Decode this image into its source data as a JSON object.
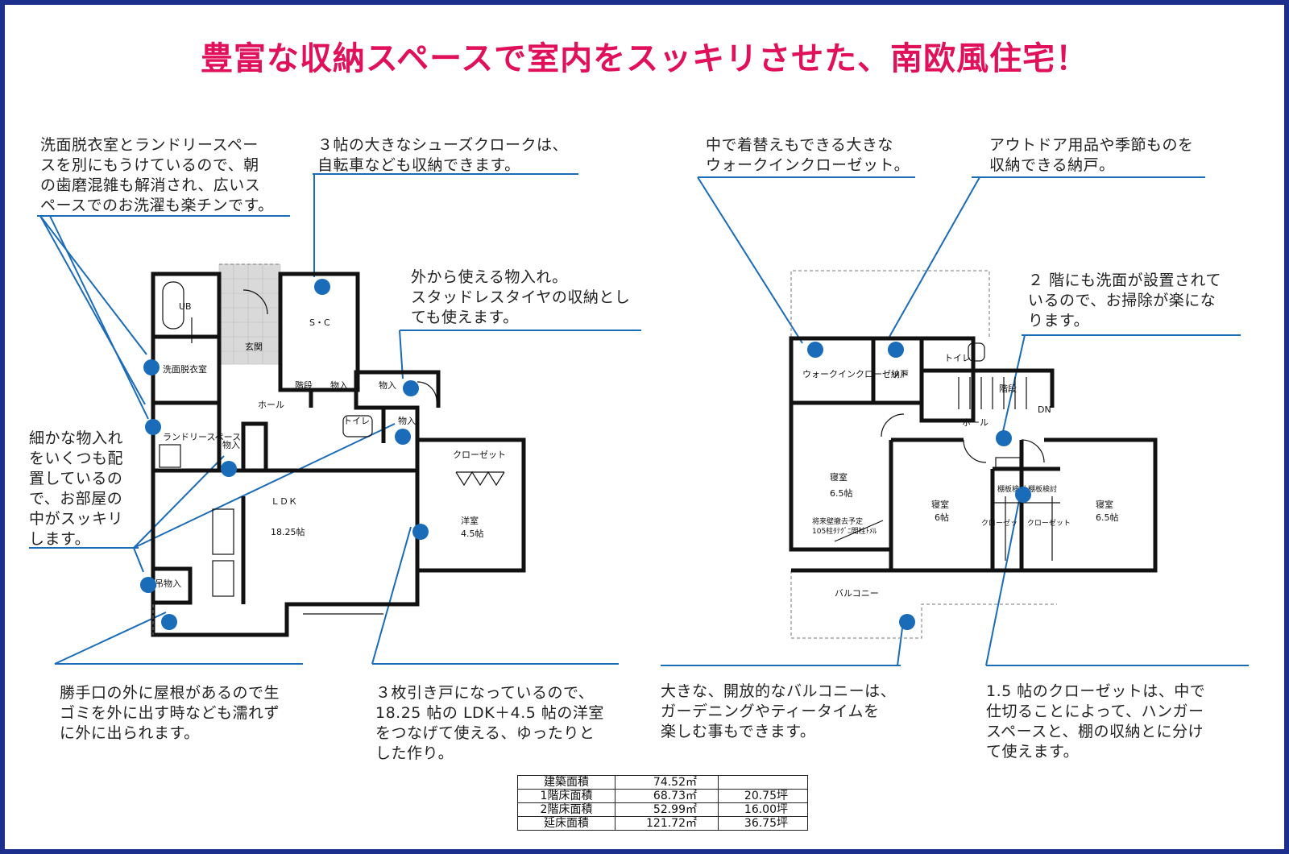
{
  "title": "豊富な収納スペースで室内をスッキリさせた、南欧風住宅！",
  "colors": {
    "title": "#e0105a",
    "frame": "#1d2f8c",
    "callout": "#1a6bb8",
    "wall": "#111111"
  },
  "notes": {
    "laundry": "洗面脱衣室とランドリースペー\nスを別にもうけているので、朝\nの歯磨混雑も解消され、広いス\nペースでのお洗濯も楽チンです。",
    "shoes": "３帖の大きなシューズクロークは、\n自転車なども収納できます。",
    "outdoor_storage": "外から使える物入れ。\nスタッドレスタイヤの収納とし\nても使えます。",
    "small_storage": "細かな物入れ\nをいくつも配\n置しているの\nで、お部屋の\n中がスッキリ\nします。",
    "back_door": "勝手口の外に屋根があるので生\nゴミを外に出す時なども濡れず\nに外に出られます。",
    "sliding_doors": "３枚引き戸になっているので、\n18.25 帖の LDK＋4.5 帖の洋室\nをつなげて使える、ゆったりと\nした作り。",
    "walkin": "中で着替えもできる大きな\nウォークインクローゼット。",
    "nando": "アウトドア用品や季節ものを\n収納できる納戸。",
    "washbasin2": "２ 階にも洗面が設置されて\nいるので、お掃除が楽にな\nります。",
    "balcony": "大きな、開放的なバルコニーは、\nガーデニングやティータイムを\n楽しむ事もできます。",
    "closet": "1.5 帖のクローゼットは、中で\n仕切ることによって、ハンガー\nスペースと、棚の収納とに分け\nて使えます。"
  },
  "floor1": {
    "ub": "UB",
    "sc": "S・C",
    "genkan": "玄関",
    "senmen": "洗面脱衣室",
    "hall": "ホール",
    "kaidan": "階段",
    "monoire": "物入",
    "toilet": "トイレ",
    "laundry": "ランドリースペース",
    "ldk": "ＬＤＫ",
    "ldk_size": "18.25帖",
    "closet": "クローゼット",
    "yoshitsu": "洋室",
    "yoshitsu_size": "4.5帖",
    "tsuri": "吊物入"
  },
  "floor2": {
    "walkin": "ウォークインクローゼット",
    "nando": "納戸",
    "toilet": "トイレ",
    "kaidan": "階段",
    "dn": "DN",
    "hall": "ホール",
    "shinshitsu": "寝室",
    "size_65": "6.5帖",
    "size_6": "6帖",
    "note1": "将来壁撤去予定",
    "note2": "105柱ﾀﾃｸﾞﾆ間柱ﾄﾒﾙ",
    "tana1": "棚板検討",
    "tana2": "棚板検討",
    "closet_pair": "クローゼット  クローゼット",
    "balcony": "バルコニー"
  },
  "area_table": [
    [
      "建築面積",
      "74.52㎡",
      ""
    ],
    [
      "1階床面積",
      "68.73㎡",
      "20.75坪"
    ],
    [
      "2階床面積",
      "52.99㎡",
      "16.00坪"
    ],
    [
      "延床面積",
      "121.72㎡",
      "36.75坪"
    ]
  ]
}
